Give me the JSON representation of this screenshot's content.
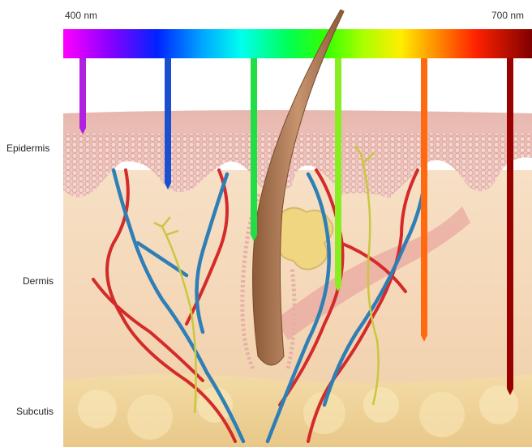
{
  "spectrum": {
    "min_label": "400 nm",
    "max_label": "700 nm",
    "gradient_colors": [
      "#ff00ff",
      "#8800ff",
      "#0000ff",
      "#00aaff",
      "#00ffff",
      "#00ff88",
      "#00ff00",
      "#aaff00",
      "#ffff00",
      "#ffaa00",
      "#ff5500",
      "#ff0000",
      "#880000"
    ]
  },
  "penetration_bars": [
    {
      "name": "violet",
      "color": "#b020e0"
    },
    {
      "name": "blue",
      "color": "#1a4fd0"
    },
    {
      "name": "green",
      "color": "#22dd44"
    },
    {
      "name": "yellow-green",
      "color": "#88ee22"
    },
    {
      "name": "orange",
      "color": "#ff6a10"
    },
    {
      "name": "red",
      "color": "#990000"
    }
  ],
  "layers": {
    "epidermis": "Epidermis",
    "dermis": "Dermis",
    "subcutis": "Subcutis"
  },
  "colors": {
    "epidermis": "#f0c8bc",
    "dermis": "#f6dcbf",
    "subcutis": "#f0d9a0",
    "artery": "#d42a2a",
    "vein": "#2f7fb6",
    "nerve": "#c8c840",
    "hair": "#b07a52",
    "gland": "#f0d680"
  }
}
